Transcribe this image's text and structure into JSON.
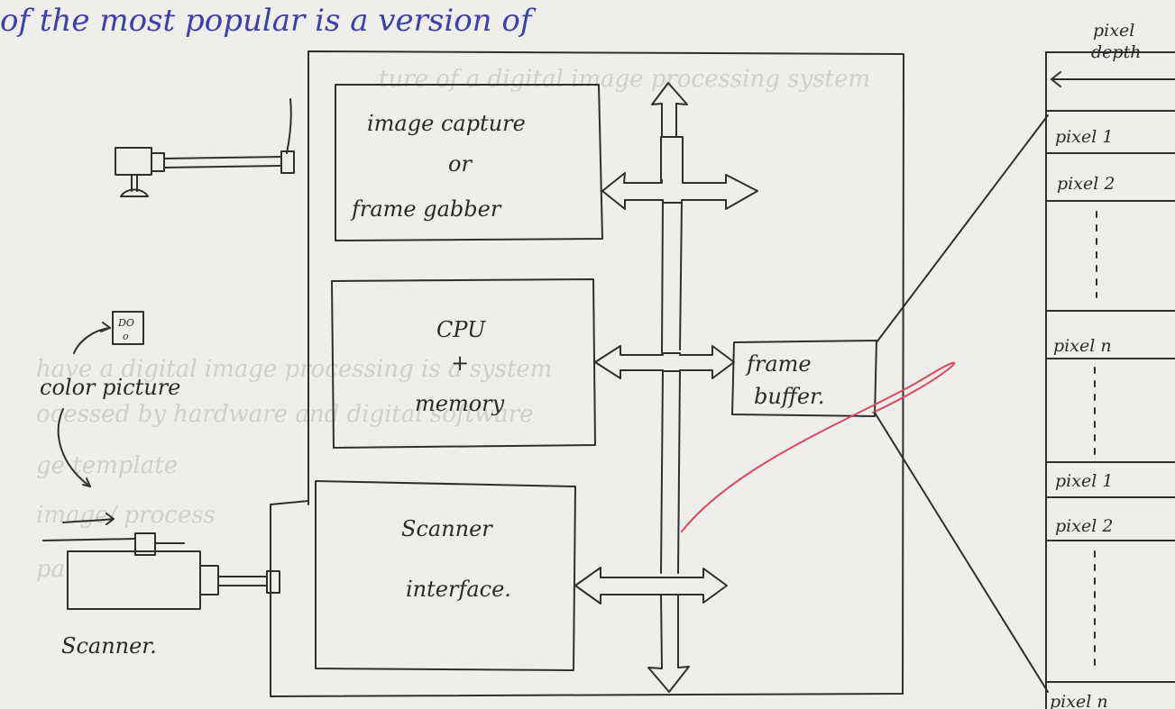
{
  "header_text": "of the most popular is a version of",
  "image_capture_box": {
    "line1": "image capture",
    "line2": "or",
    "line3": "frame gabber"
  },
  "cpu_box": {
    "line1": "CPU",
    "line2": "+",
    "line3": "memory"
  },
  "scanner_box": {
    "line1": "Scanner",
    "line2": "interface."
  },
  "frame_buffer": {
    "line1": "frame",
    "line2": "buffer."
  },
  "color_picture_label": "color picture",
  "scanner_label": "Scanner.",
  "pixel_depth_label": {
    "line1": "pixel",
    "line2": "depth"
  },
  "pixel_column": {
    "cells": [
      "pixel 1",
      "pixel 2",
      "pixel n",
      "pixel 1",
      "pixel 2",
      "pixel n"
    ]
  },
  "faint_background_text": [
    "ture of a digital image processing system",
    "have a digital image processing is a system",
    "ocessed by hardware and digital software",
    "ge template",
    "image/ process",
    "pa"
  ],
  "colors": {
    "ink": "#2f2f2f",
    "header_ink": "#3b3fb0",
    "red_line": "#d94a5e",
    "paper": "#efeeea"
  }
}
